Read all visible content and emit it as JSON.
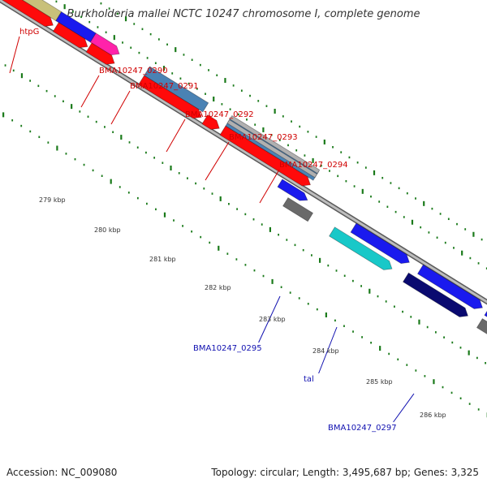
{
  "title": "Burkholderia mallei NCTC 10247 chromosome I, complete genome",
  "accession_text": "Accession: NC_009080",
  "stats_text": "Topology: circular; Length: 3,495,687 bp; Genes: 3,325",
  "colors": {
    "forward_label": "#d00000",
    "reverse_label": "#1010b0",
    "backbone": "#8a8a8a",
    "tick": "#1a7a1a"
  },
  "scale_labels": [
    "279 kbp",
    "280 kbp",
    "281 kbp",
    "282 kbp",
    "283 kbp",
    "284 kbp",
    "285 kbp",
    "286 kbp"
  ],
  "genes": [
    {
      "name": "htpG",
      "strand": "forward",
      "color": "#c8c07a"
    },
    {
      "name": "BMA10247_0290",
      "strand": "forward",
      "color": "#1a1aee"
    },
    {
      "name": "BMA10247_0291",
      "strand": "forward",
      "color": "#ff22aa"
    },
    {
      "name": "BMA10247_0292",
      "strand": "forward",
      "color": "#4a82b4"
    },
    {
      "name": "BMA10247_0293",
      "strand": "forward",
      "color": "#4a82b4"
    },
    {
      "name": "BMA10247_0294",
      "strand": "forward",
      "color": "#b0b0b0"
    },
    {
      "name": "BMA10247_0295",
      "strand": "reverse",
      "color": "#6a6a6a"
    },
    {
      "name": "tal",
      "strand": "reverse",
      "color": "#18c8c8"
    },
    {
      "name": "BMA10247_0297",
      "strand": "reverse",
      "color": "#0a0a70"
    }
  ]
}
